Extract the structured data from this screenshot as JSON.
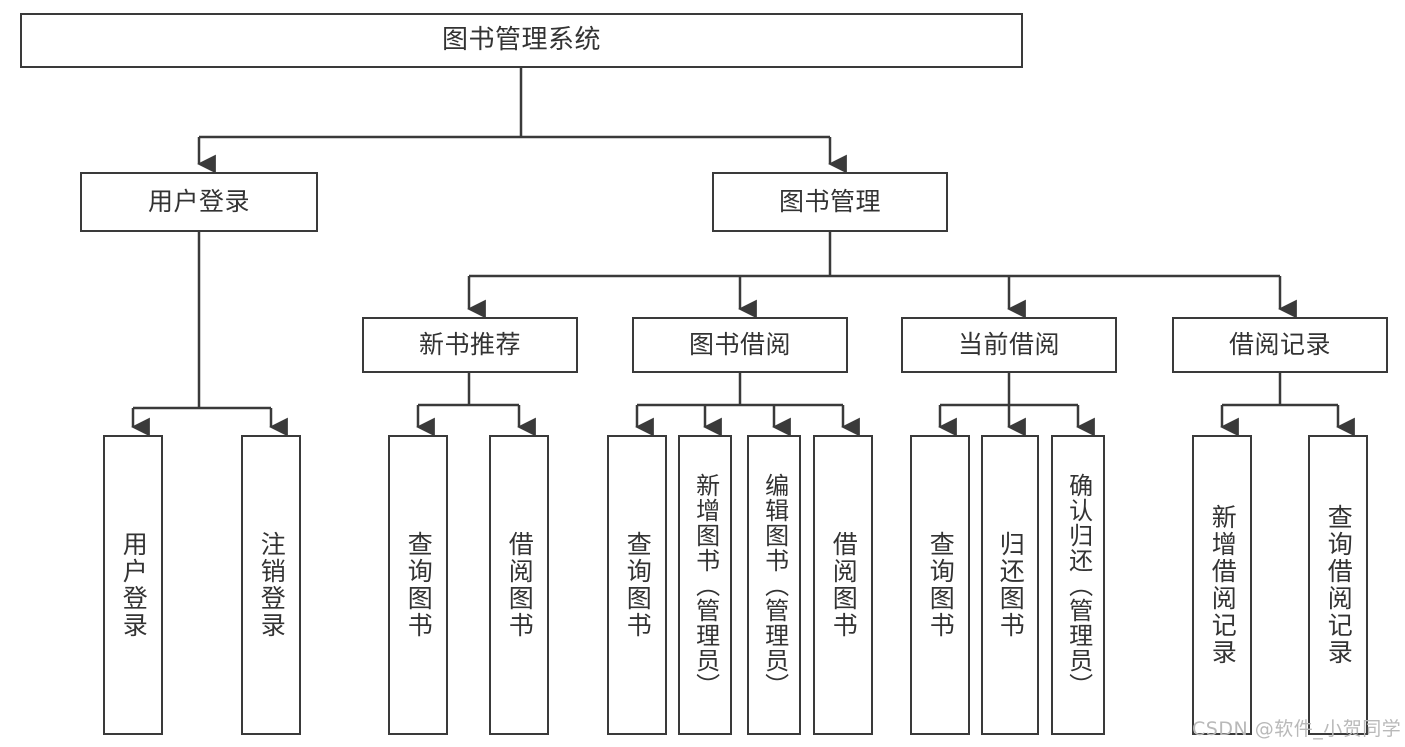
{
  "diagram": {
    "type": "tree-hierarchy-chart",
    "title": "图书管理系统",
    "orientation": "top-down",
    "levels": 4,
    "stroke_color": "#3a3a3a",
    "text_color": "#333333",
    "background_color": "#ffffff"
  },
  "nodes": {
    "root": {
      "label": "图书管理系统",
      "level": 0
    },
    "level1": [
      {
        "id": "user-login",
        "label": "用户登录",
        "level": 1
      },
      {
        "id": "book-management",
        "label": "图书管理",
        "level": 1
      }
    ],
    "level2": [
      {
        "id": "new-book-recommend",
        "label": "新书推荐",
        "level": 2,
        "parent": "book-management"
      },
      {
        "id": "book-borrow",
        "label": "图书借阅",
        "level": 2,
        "parent": "book-management"
      },
      {
        "id": "current-borrow",
        "label": "当前借阅",
        "level": 2,
        "parent": "book-management"
      },
      {
        "id": "borrow-record",
        "label": "借阅记录",
        "level": 2,
        "parent": "book-management"
      }
    ],
    "leaves": [
      {
        "id": "leaf-user-login",
        "label": "用户登录",
        "parent": "user-login"
      },
      {
        "id": "leaf-logout-login",
        "label": "注销登录",
        "parent": "user-login"
      },
      {
        "id": "leaf-query-book-1",
        "label": "查询图书",
        "parent": "new-book-recommend"
      },
      {
        "id": "leaf-borrow-book-1",
        "label": "借阅图书",
        "parent": "new-book-recommend"
      },
      {
        "id": "leaf-query-book-2",
        "label": "查询图书",
        "parent": "book-borrow"
      },
      {
        "id": "leaf-add-book",
        "label": "新增图书（管理员）",
        "parent": "book-borrow"
      },
      {
        "id": "leaf-edit-book",
        "label": "编辑图书（管理员）",
        "parent": "book-borrow"
      },
      {
        "id": "leaf-borrow-book-2",
        "label": "借阅图书",
        "parent": "book-borrow"
      },
      {
        "id": "leaf-query-book-3",
        "label": "查询图书",
        "parent": "current-borrow"
      },
      {
        "id": "leaf-return-book",
        "label": "归还图书",
        "parent": "current-borrow"
      },
      {
        "id": "leaf-confirm-return",
        "label": "确认归还（管理员）",
        "parent": "current-borrow"
      },
      {
        "id": "leaf-add-record",
        "label": "新增借阅记录",
        "parent": "borrow-record"
      },
      {
        "id": "leaf-query-record",
        "label": "查询借阅记录",
        "parent": "borrow-record"
      }
    ]
  },
  "watermark": {
    "text": "CSDN @软件_小贺同学"
  }
}
